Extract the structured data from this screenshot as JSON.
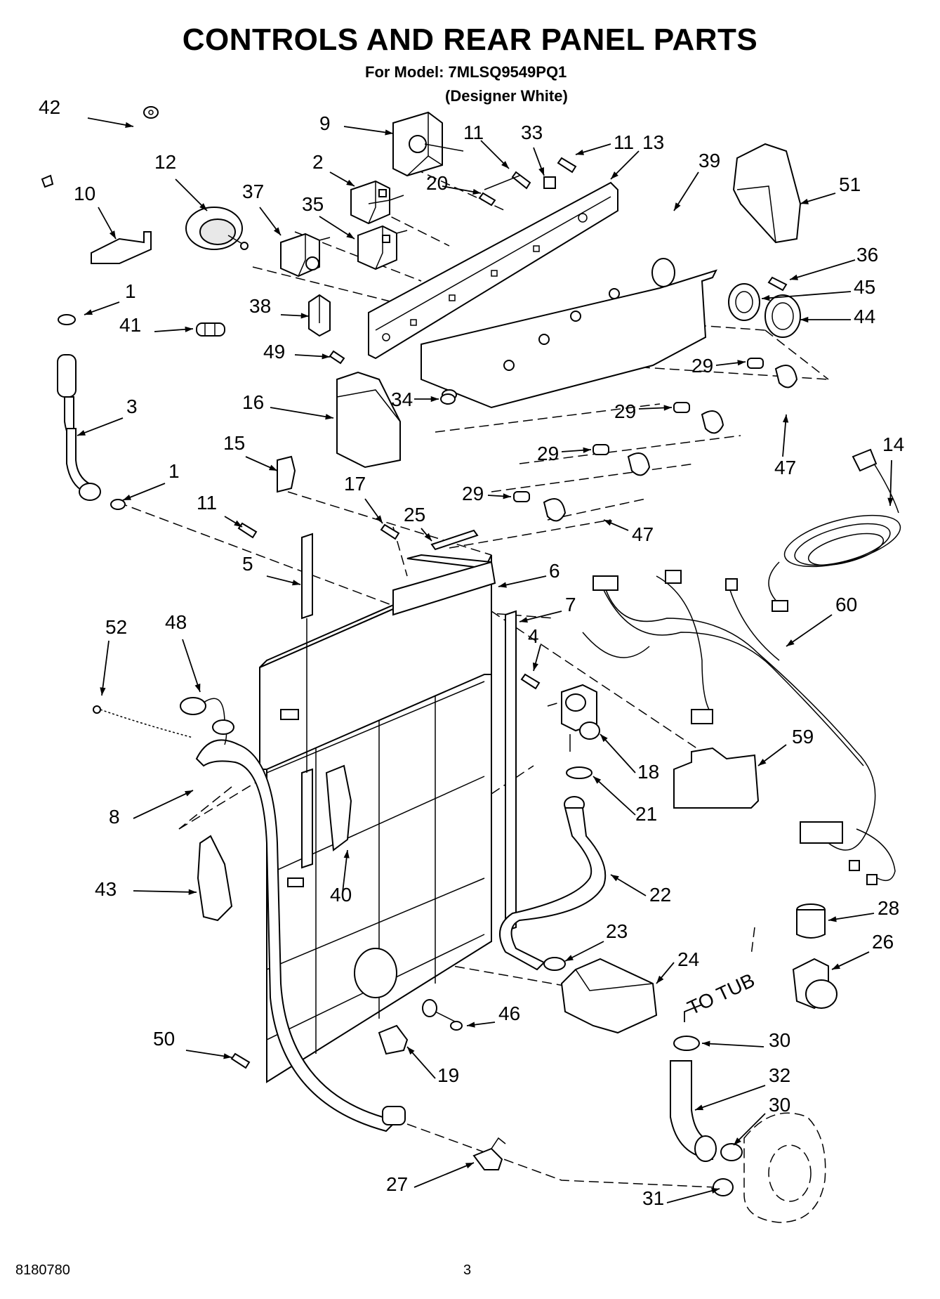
{
  "header": {
    "title": "CONTROLS AND REAR PANEL PARTS",
    "model": "For Model: 7MLSQ9549PQ1",
    "variant": "(Designer White)"
  },
  "footer": {
    "doc_number": "8180780",
    "page_number": "3"
  },
  "annotations": {
    "to_tub": "TO TUB"
  },
  "callouts": [
    {
      "id": "c42",
      "label": "42"
    },
    {
      "id": "c9",
      "label": "9"
    },
    {
      "id": "c11a",
      "label": "11"
    },
    {
      "id": "c33",
      "label": "33"
    },
    {
      "id": "c11b",
      "label": "11"
    },
    {
      "id": "c13",
      "label": "13"
    },
    {
      "id": "c39",
      "label": "39"
    },
    {
      "id": "c12",
      "label": "12"
    },
    {
      "id": "c2",
      "label": "2"
    },
    {
      "id": "c20",
      "label": "20"
    },
    {
      "id": "c51",
      "label": "51"
    },
    {
      "id": "c10",
      "label": "10"
    },
    {
      "id": "c37",
      "label": "37"
    },
    {
      "id": "c35",
      "label": "35"
    },
    {
      "id": "c36",
      "label": "36"
    },
    {
      "id": "c1a",
      "label": "1"
    },
    {
      "id": "c45",
      "label": "45"
    },
    {
      "id": "c38",
      "label": "38"
    },
    {
      "id": "c44",
      "label": "44"
    },
    {
      "id": "c41",
      "label": "41"
    },
    {
      "id": "c49",
      "label": "49"
    },
    {
      "id": "c29a",
      "label": "29"
    },
    {
      "id": "c34",
      "label": "34"
    },
    {
      "id": "c16",
      "label": "16"
    },
    {
      "id": "c3",
      "label": "3"
    },
    {
      "id": "c29b",
      "label": "29"
    },
    {
      "id": "c15",
      "label": "15"
    },
    {
      "id": "c14",
      "label": "14"
    },
    {
      "id": "c1b",
      "label": "1"
    },
    {
      "id": "c29c",
      "label": "29"
    },
    {
      "id": "c47a",
      "label": "47"
    },
    {
      "id": "c17",
      "label": "17"
    },
    {
      "id": "c29d",
      "label": "29"
    },
    {
      "id": "c11c",
      "label": "11"
    },
    {
      "id": "c25",
      "label": "25"
    },
    {
      "id": "c47b",
      "label": "47"
    },
    {
      "id": "c5",
      "label": "5"
    },
    {
      "id": "c6",
      "label": "6"
    },
    {
      "id": "c7",
      "label": "7"
    },
    {
      "id": "c60",
      "label": "60"
    },
    {
      "id": "c52",
      "label": "52"
    },
    {
      "id": "c48",
      "label": "48"
    },
    {
      "id": "c4",
      "label": "4"
    },
    {
      "id": "c59",
      "label": "59"
    },
    {
      "id": "c18",
      "label": "18"
    },
    {
      "id": "c8",
      "label": "8"
    },
    {
      "id": "c21",
      "label": "21"
    },
    {
      "id": "c40",
      "label": "40"
    },
    {
      "id": "c43",
      "label": "43"
    },
    {
      "id": "c22",
      "label": "22"
    },
    {
      "id": "c28",
      "label": "28"
    },
    {
      "id": "c23",
      "label": "23"
    },
    {
      "id": "c26",
      "label": "26"
    },
    {
      "id": "c24",
      "label": "24"
    },
    {
      "id": "c46",
      "label": "46"
    },
    {
      "id": "c30a",
      "label": "30"
    },
    {
      "id": "c50",
      "label": "50"
    },
    {
      "id": "c19",
      "label": "19"
    },
    {
      "id": "c32",
      "label": "32"
    },
    {
      "id": "c30b",
      "label": "30"
    },
    {
      "id": "c27",
      "label": "27"
    },
    {
      "id": "c31",
      "label": "31"
    }
  ]
}
